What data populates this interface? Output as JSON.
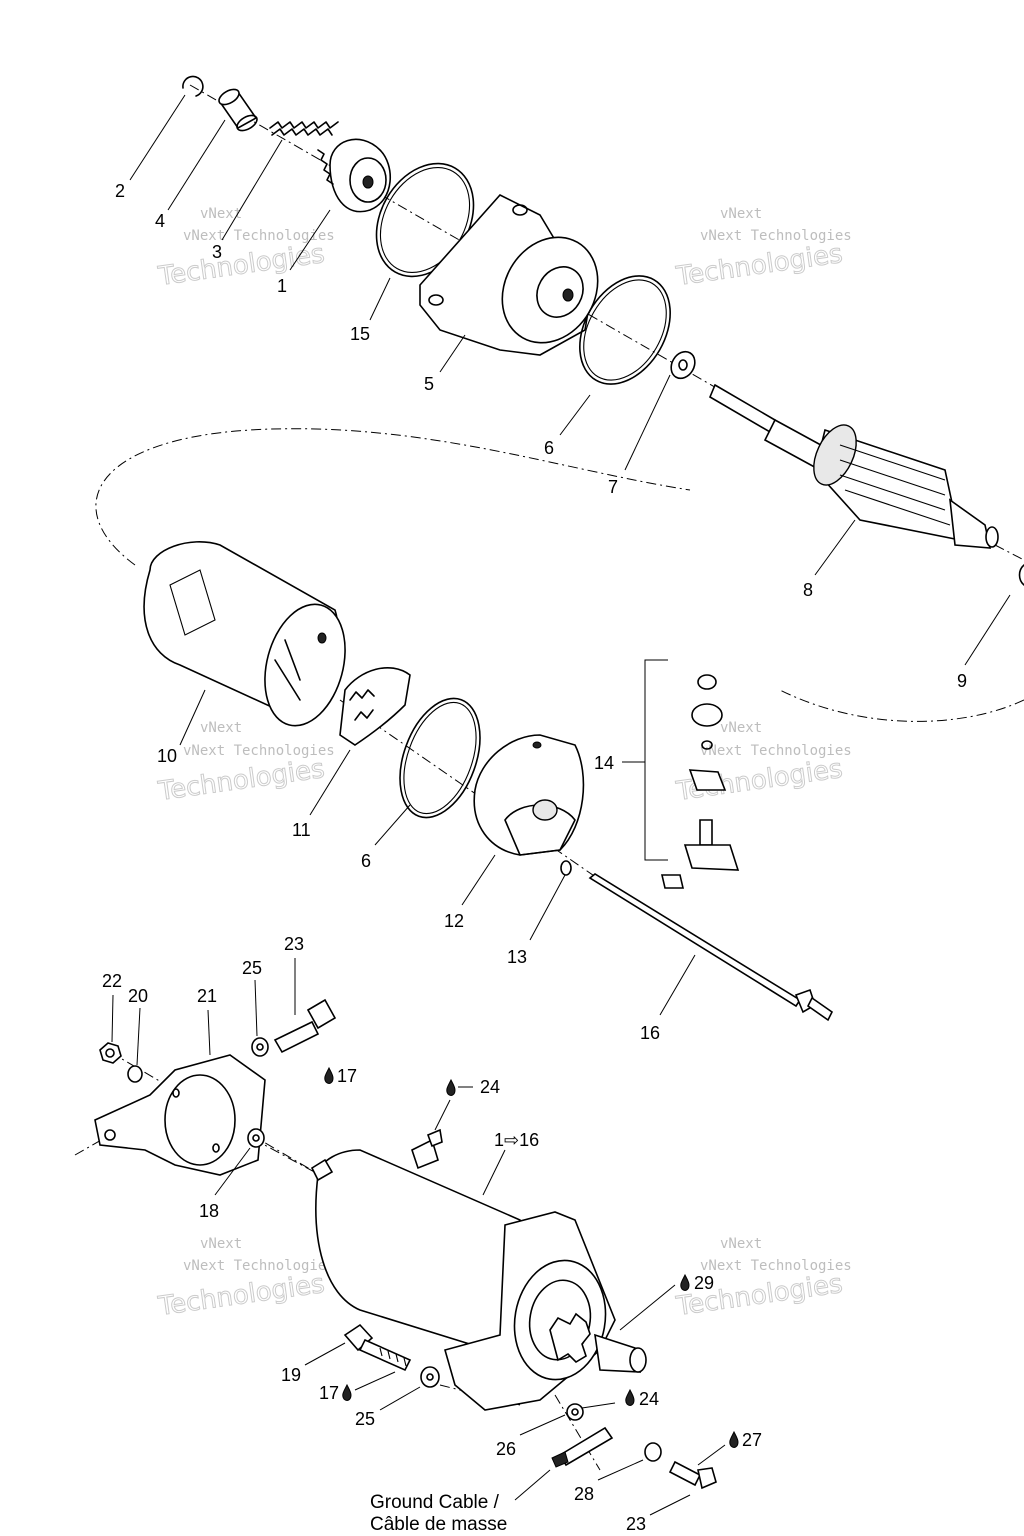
{
  "callouts": {
    "c1": "1",
    "c2": "2",
    "c3": "3",
    "c4": "4",
    "c5": "5",
    "c6a": "6",
    "c6b": "6",
    "c7": "7",
    "c8": "8",
    "c9": "9",
    "c10": "10",
    "c11": "11",
    "c12": "12",
    "c13": "13",
    "c14": "14",
    "c15": "15",
    "c16": "16",
    "c17a": "17",
    "c17b": "17",
    "c18": "18",
    "c19": "19",
    "c20": "20",
    "c21": "21",
    "c22": "22",
    "c23a": "23",
    "c23b": "23",
    "c24a": "24",
    "c24b": "24",
    "c25a": "25",
    "c25b": "25",
    "c26": "26",
    "c27": "27",
    "c28": "28",
    "c29": "29",
    "c_range": "1⇨16"
  },
  "ground_cable": {
    "line1": "Ground Cable /",
    "line2": "Câble de masse"
  },
  "watermark": {
    "small": "vNext Technologies",
    "large": "Technologies",
    "top": "vNext"
  },
  "icons": {
    "lubricant": "drop-icon"
  }
}
